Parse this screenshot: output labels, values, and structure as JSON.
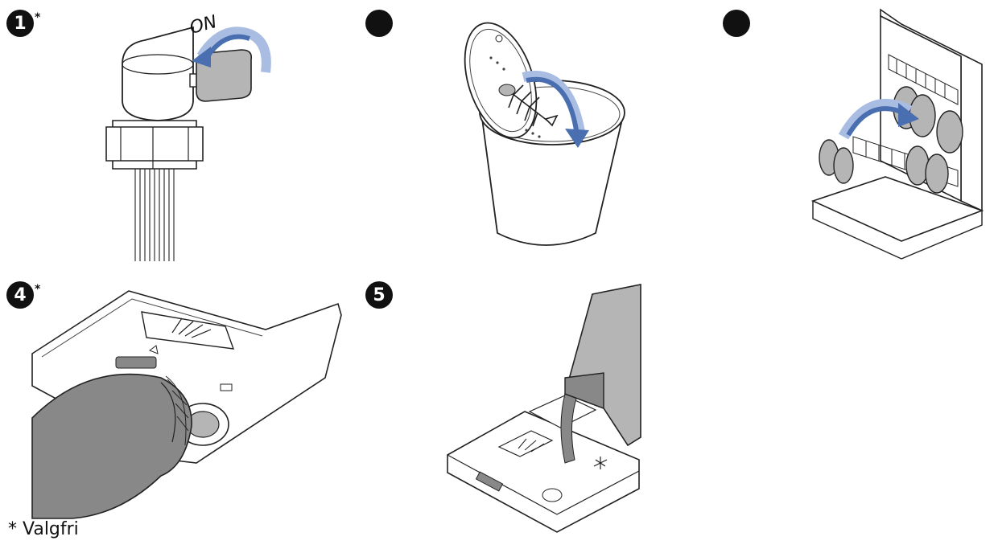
{
  "steps": [
    {
      "number": "1",
      "optional_marker": "*",
      "label": "ON"
    },
    {
      "number": "",
      "optional_marker": ""
    },
    {
      "number": "",
      "optional_marker": ""
    },
    {
      "number": "4",
      "optional_marker": "*"
    },
    {
      "number": "5",
      "optional_marker": ""
    }
  ],
  "footnote": "* Valgfri",
  "colors": {
    "arrow": "#4a6fb0",
    "arrow_light": "#a9bde3",
    "badge": "#111111",
    "gray_fill": "#b5b5b5",
    "dark_gray": "#888888"
  }
}
